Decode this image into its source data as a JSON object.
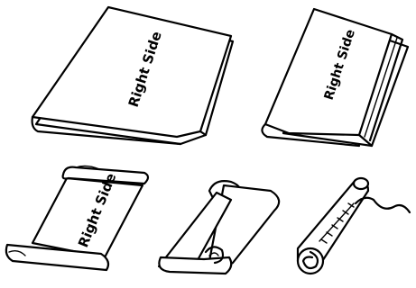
{
  "labels": {
    "panel1": "Right Side",
    "panel2": "Right Side",
    "panel3": "Right Side"
  }
}
